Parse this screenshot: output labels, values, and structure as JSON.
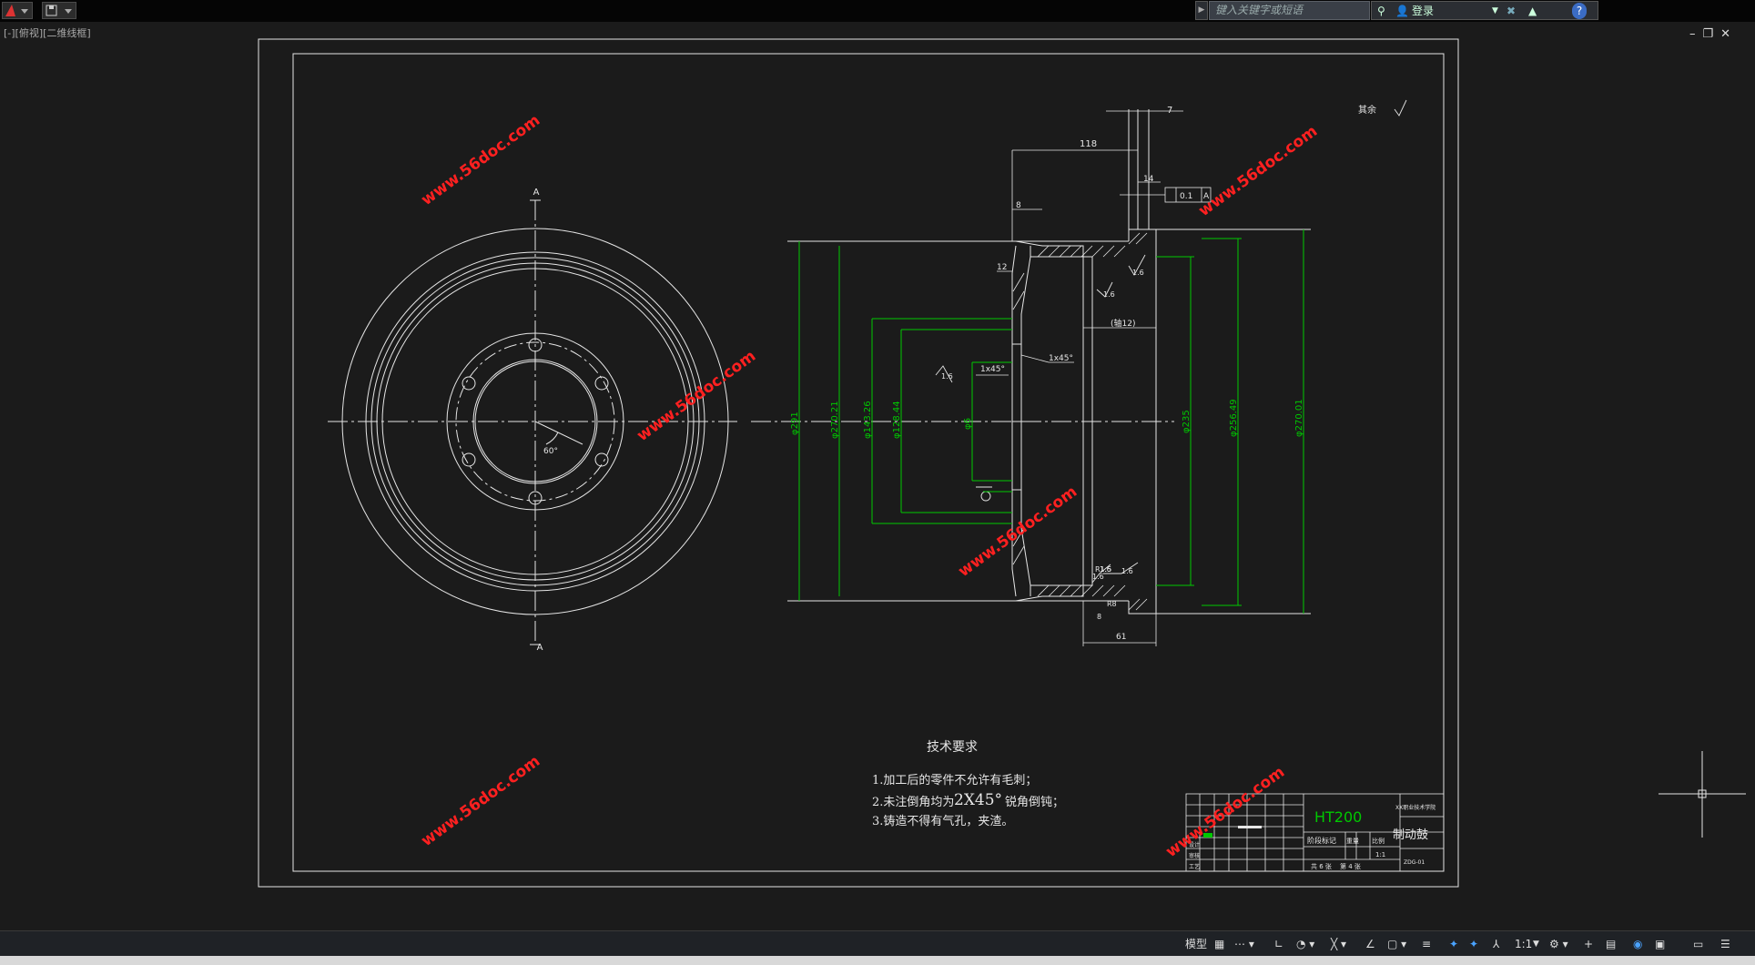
{
  "app": {
    "viewport_label": "[-][俯视][二维线框]",
    "search_placeholder": "键入关键字或短语",
    "login_label": "登录",
    "help_label": "?",
    "status_model": "模型",
    "status_scale": "1:1"
  },
  "drawing": {
    "watermark": "www.56doc.com",
    "section_mark": "A",
    "roughness_rest": "其余",
    "dims": {
      "d7": "7",
      "d118": "118",
      "d14": "14",
      "d8": "8",
      "d12": "12",
      "tol_flatness": "0.1",
      "tol_ref": "A",
      "r16a": "1.6",
      "r16b": "1.6",
      "r16c": "1.6",
      "r16d": "1.6",
      "r16e": "1.6",
      "r16f": "1.6",
      "hole_note": "(轴12)",
      "chamfer1": "1x45°",
      "chamfer2": "1x45°",
      "dia_a": "φ291",
      "dia_b": "φ270.21",
      "dia_c": "φ143.26",
      "dia_d": "φ128.44",
      "dia_e": "φ6",
      "dia_f": "φ235",
      "dia_g": "φ256.49",
      "dia_h": "φ270.01",
      "d61": "61",
      "angle60": "60°",
      "r125": "R1.5",
      "r8": "R8",
      "d8b": "8"
    },
    "requirements": {
      "title": "技术要求",
      "line1": "1.加工后的零件不允许有毛刺；",
      "line2a": "2.未注倒角均为",
      "line2b": "2X45°",
      "line2c": "锐角倒钝；",
      "line3": "3.铸造不得有气孔，夹渣。"
    },
    "title_block": {
      "material": "HT200",
      "part_name": "制动鼓",
      "school": "XX职业技术学院",
      "drawing_no": "ZDG-01",
      "stage_label": "阶段标记",
      "weight_label": "重量",
      "scale_label": "比例",
      "scale_value": "1:1",
      "sheets": "共 6 张",
      "sheet_no": "第 4 张",
      "designer": "设计",
      "checker": "审核",
      "process": "工艺"
    }
  },
  "colors": {
    "line": "#e6e6e6",
    "dim": "#00c800",
    "watermark": "#ff2020",
    "background": "#1b1b1b"
  }
}
